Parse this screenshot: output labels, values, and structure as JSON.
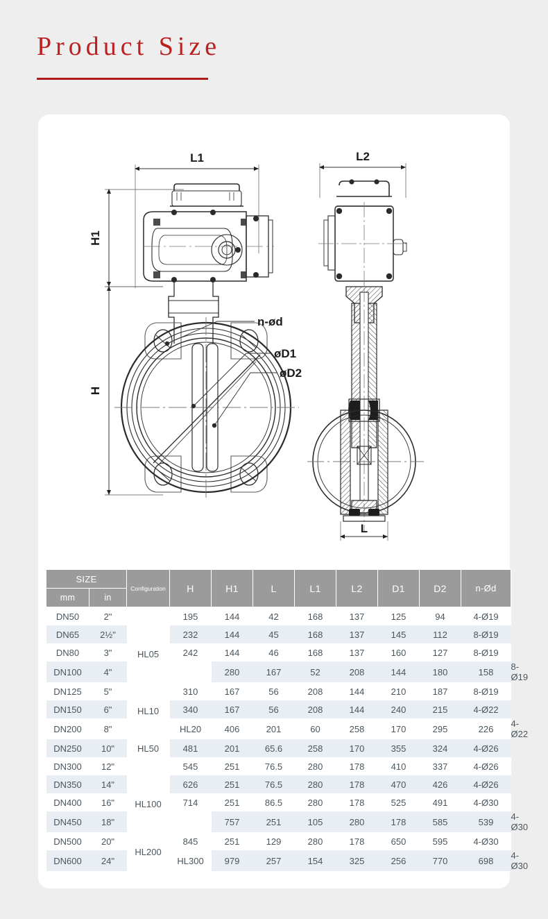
{
  "title": {
    "heading": "Product Size"
  },
  "drawing": {
    "labels": {
      "l1": "L1",
      "l2": "L2",
      "h1": "H1",
      "h": "H",
      "l": "L",
      "nod": "n-ød",
      "d1": "øD1",
      "d2": "øD2"
    }
  },
  "table": {
    "headers": {
      "size": "SIZE",
      "mm": "mm",
      "in": "in",
      "configuration": "Configuration",
      "h": "H",
      "h1": "H1",
      "l": "L",
      "l1": "L1",
      "l2": "L2",
      "d1": "D1",
      "d2": "D2",
      "nod": "n-Ød"
    },
    "rows": [
      {
        "mm": "DN50",
        "in": "2\"",
        "configuration": "",
        "cfg_span": 0,
        "h": "195",
        "h1": "144",
        "l": "42",
        "l1": "168",
        "l2": "137",
        "d1": "125",
        "d2": "94",
        "nod": "4-Ø19"
      },
      {
        "mm": "DN65",
        "in": "2½\"",
        "configuration": "HL05",
        "cfg_span": 3,
        "h": "232",
        "h1": "144",
        "l": "45",
        "l1": "168",
        "l2": "137",
        "d1": "145",
        "d2": "112",
        "nod": "8-Ø19"
      },
      {
        "mm": "DN80",
        "in": "3\"",
        "configuration": "",
        "cfg_span": -1,
        "h": "242",
        "h1": "144",
        "l": "46",
        "l1": "168",
        "l2": "137",
        "d1": "160",
        "d2": "127",
        "nod": "8-Ø19"
      },
      {
        "mm": "DN100",
        "in": "4\"",
        "configuration": "",
        "cfg_span": 0,
        "h": "280",
        "h1": "167",
        "l": "52",
        "l1": "208",
        "l2": "144",
        "d1": "180",
        "d2": "158",
        "nod": "8-Ø19"
      },
      {
        "mm": "DN125",
        "in": "5\"",
        "configuration": "HL10",
        "cfg_span": 3,
        "h": "310",
        "h1": "167",
        "l": "56",
        "l1": "208",
        "l2": "144",
        "d1": "210",
        "d2": "187",
        "nod": "8-Ø19"
      },
      {
        "mm": "DN150",
        "in": "6\"",
        "configuration": "",
        "cfg_span": -1,
        "h": "340",
        "h1": "167",
        "l": "56",
        "l1": "208",
        "l2": "144",
        "d1": "240",
        "d2": "215",
        "nod": "4-Ø22"
      },
      {
        "mm": "DN200",
        "in": "8\"",
        "configuration": "HL20",
        "cfg_span": 1,
        "h": "406",
        "h1": "201",
        "l": "60",
        "l1": "258",
        "l2": "170",
        "d1": "295",
        "d2": "226",
        "nod": "4-Ø22"
      },
      {
        "mm": "DN250",
        "in": "10\"",
        "configuration": "HL50",
        "cfg_span": 1,
        "h": "481",
        "h1": "201",
        "l": "65.6",
        "l1": "258",
        "l2": "170",
        "d1": "355",
        "d2": "324",
        "nod": "4-Ø26"
      },
      {
        "mm": "DN300",
        "in": "12\"",
        "configuration": "",
        "cfg_span": 0,
        "h": "545",
        "h1": "251",
        "l": "76.5",
        "l1": "280",
        "l2": "178",
        "d1": "410",
        "d2": "337",
        "nod": "4-Ø26"
      },
      {
        "mm": "DN350",
        "in": "14\"",
        "configuration": "HL100",
        "cfg_span": 3,
        "h": "626",
        "h1": "251",
        "l": "76.5",
        "l1": "280",
        "l2": "178",
        "d1": "470",
        "d2": "426",
        "nod": "4-Ø26"
      },
      {
        "mm": "DN400",
        "in": "16\"",
        "configuration": "",
        "cfg_span": -1,
        "h": "714",
        "h1": "251",
        "l": "86.5",
        "l1": "280",
        "l2": "178",
        "d1": "525",
        "d2": "491",
        "nod": "4-Ø30"
      },
      {
        "mm": "DN450",
        "in": "18\"",
        "configuration": "",
        "cfg_span": 0,
        "h": "757",
        "h1": "251",
        "l": "105",
        "l1": "280",
        "l2": "178",
        "d1": "585",
        "d2": "539",
        "nod": "4-Ø30"
      },
      {
        "mm": "DN500",
        "in": "20\"",
        "configuration": "HL200",
        "cfg_span": 3,
        "h": "845",
        "h1": "251",
        "l": "129",
        "l1": "280",
        "l2": "178",
        "d1": "650",
        "d2": "595",
        "nod": "4-Ø30"
      },
      {
        "mm": "DN600",
        "in": "24\"",
        "configuration": "HL300",
        "cfg_span": 1,
        "h": "979",
        "h1": "257",
        "l": "154",
        "l1": "325",
        "l2": "256",
        "d1": "770",
        "d2": "698",
        "nod": "4-Ø30"
      }
    ]
  },
  "colors": {
    "accent": "#bb2020",
    "rule": "#b01c1c",
    "page_bg": "#eeeeee",
    "card_bg": "#ffffff",
    "table_header_bg": "#9b9b9b",
    "table_alt_row_bg": "#e8eef3",
    "table_text": "#4a565e"
  }
}
